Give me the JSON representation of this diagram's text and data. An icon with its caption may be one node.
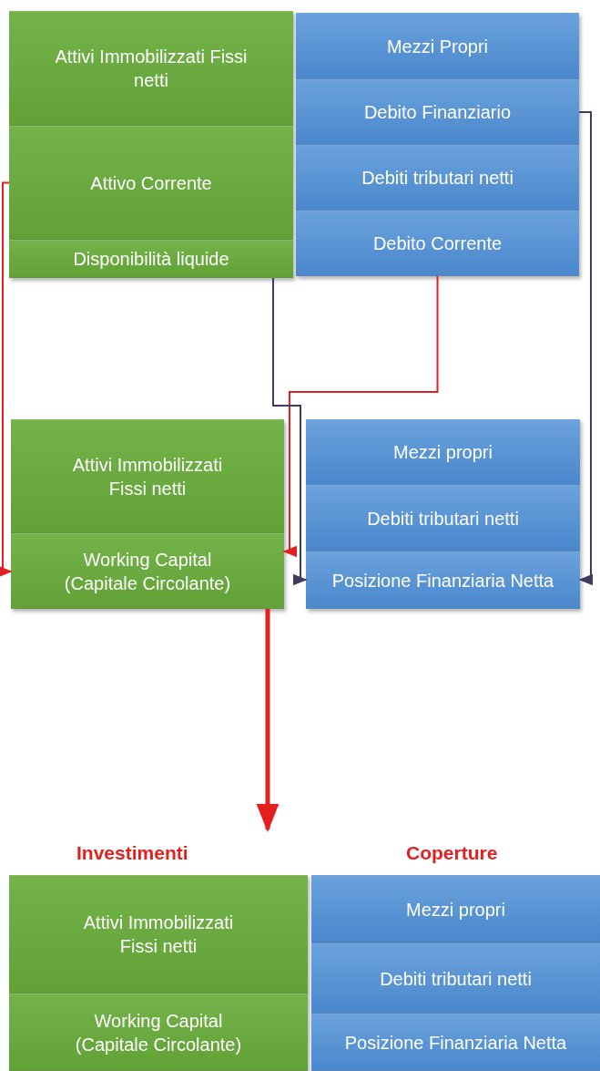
{
  "diagram": {
    "nodes": [
      {
        "text": [
          "Attivi Immobilizzati Fissi netti"
        ]
      },
      {
        "text": [
          "Attivo Corrente"
        ]
      },
      {
        "text": [
          "Disponibilità liquide"
        ]
      },
      {
        "text": [
          "Mezzi Propri"
        ]
      },
      {
        "text": [
          "Debito Finanziario"
        ]
      },
      {
        "text": [
          "Debiti tributari netti"
        ]
      },
      {
        "text": [
          "Debito Corrente"
        ]
      },
      {
        "text": [
          "Attivi Immobilizzati Fissi netti"
        ]
      },
      {
        "text": [
          "Working Capital (Capitale Circolante)"
        ]
      },
      {
        "text": [
          "Mezzi propri"
        ]
      },
      {
        "text": [
          "Debiti tributari netti"
        ]
      },
      {
        "text": [
          "Posizione Finanziaria Netta"
        ]
      },
      {
        "text": [
          "Attivi Immobilizzati Fissi netti"
        ]
      },
      {
        "text": [
          "Working Capital (Capitale Circolante)"
        ]
      },
      {
        "text": [
          "Mezzi propri"
        ]
      },
      {
        "text": [
          "Debiti tributari netti"
        ]
      },
      {
        "text": [
          "Posizione Finanziaria Netta"
        ]
      }
    ],
    "edges": [
      {
        "from": 1,
        "to": 8,
        "arrow": "to"
      },
      {
        "from": 6,
        "to": 8,
        "arrow": "to"
      },
      {
        "from": 2,
        "to": 11,
        "arrow": "to",
        "color": "#3f3d5e"
      },
      {
        "from": 4,
        "to": 11,
        "arrow": "to",
        "color": "#3f3d5e"
      },
      {
        "from": 8,
        "to": null,
        "arrow": "to",
        "style": "thick"
      }
    ],
    "labels": [
      "Investimenti",
      "Coperture"
    ]
  }
}
